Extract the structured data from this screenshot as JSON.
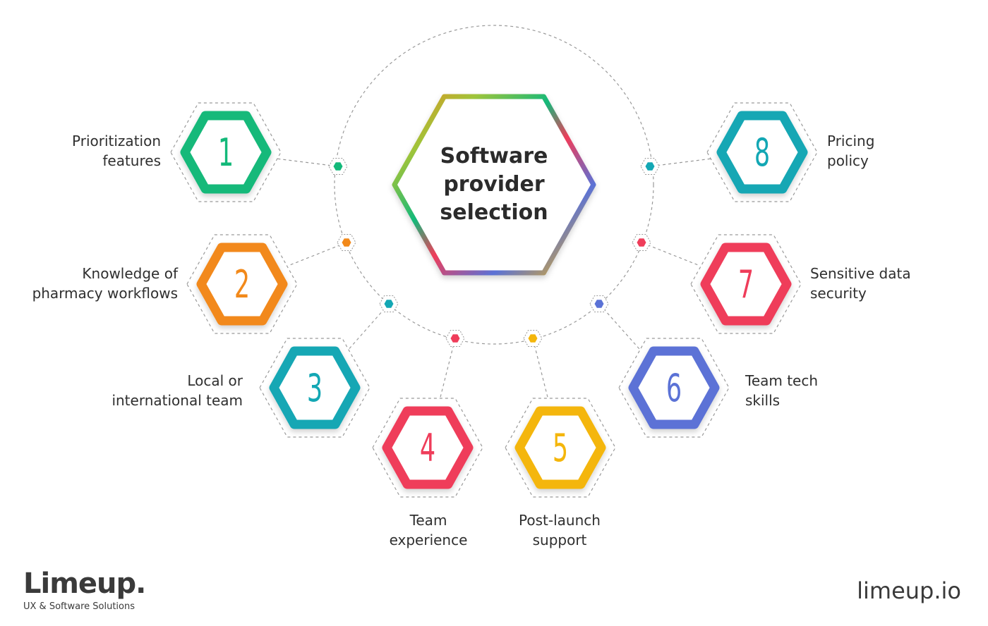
{
  "title_lines": [
    "Software",
    "provider",
    "selection"
  ],
  "items": [
    {
      "number": "1",
      "lines": [
        "Prioritization",
        "features"
      ],
      "color": "#13b97a"
    },
    {
      "number": "2",
      "lines": [
        "Knowledge of",
        "pharmacy workflows"
      ],
      "color": "#f2891a"
    },
    {
      "number": "3",
      "lines": [
        "Local or",
        "international team"
      ],
      "color": "#13a7b4"
    },
    {
      "number": "4",
      "lines": [
        "Team",
        "experience"
      ],
      "color": "#ef3d5a"
    },
    {
      "number": "5",
      "lines": [
        "Post-launch",
        "support"
      ],
      "color": "#f4b60b"
    },
    {
      "number": "6",
      "lines": [
        "Team tech",
        "skills"
      ],
      "color": "#5b72d6"
    },
    {
      "number": "7",
      "lines": [
        "Sensitive data",
        "security"
      ],
      "color": "#ef3d5a"
    },
    {
      "number": "8",
      "lines": [
        "Pricing",
        "policy"
      ],
      "color": "#13a7b4"
    }
  ],
  "brand": {
    "name": "Limeup.",
    "tagline": "UX & Software Solutions"
  },
  "site": "limeup.io"
}
